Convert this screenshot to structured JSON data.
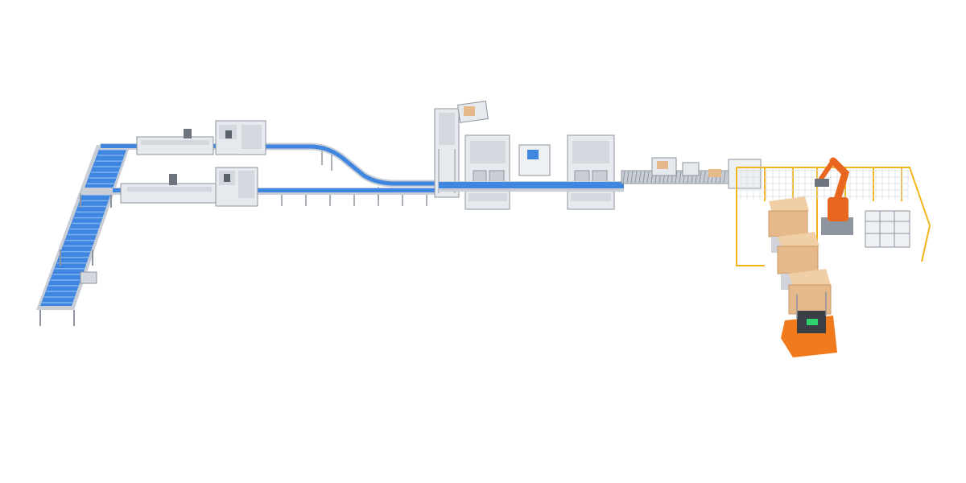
{
  "scene": {
    "subject": "automated-packaging-production-line",
    "colors": {
      "background": "#ffffff",
      "conveyor_belt": "#3f86e0",
      "conveyor_belt_light": "#7fb2ef",
      "frame_steel": "#c9ced6",
      "frame_dark": "#8e959f",
      "machine_body": "#e6e9ed",
      "machine_panel": "#d3d8de",
      "guard_fence": "#f2b51c",
      "robot_orange": "#e8661f",
      "carton": "#e5b98a",
      "carton_top": "#f0cfa6",
      "agv_orange": "#f07a1c"
    },
    "machines": [
      {
        "id": "flow-wrapper-top"
      },
      {
        "id": "flow-wrapper-bottom"
      },
      {
        "id": "case-erector"
      },
      {
        "id": "case-packer-1"
      },
      {
        "id": "case-packer-2"
      },
      {
        "id": "carton-sealer"
      },
      {
        "id": "palletizing-robot"
      },
      {
        "id": "agv-forklift"
      }
    ]
  }
}
